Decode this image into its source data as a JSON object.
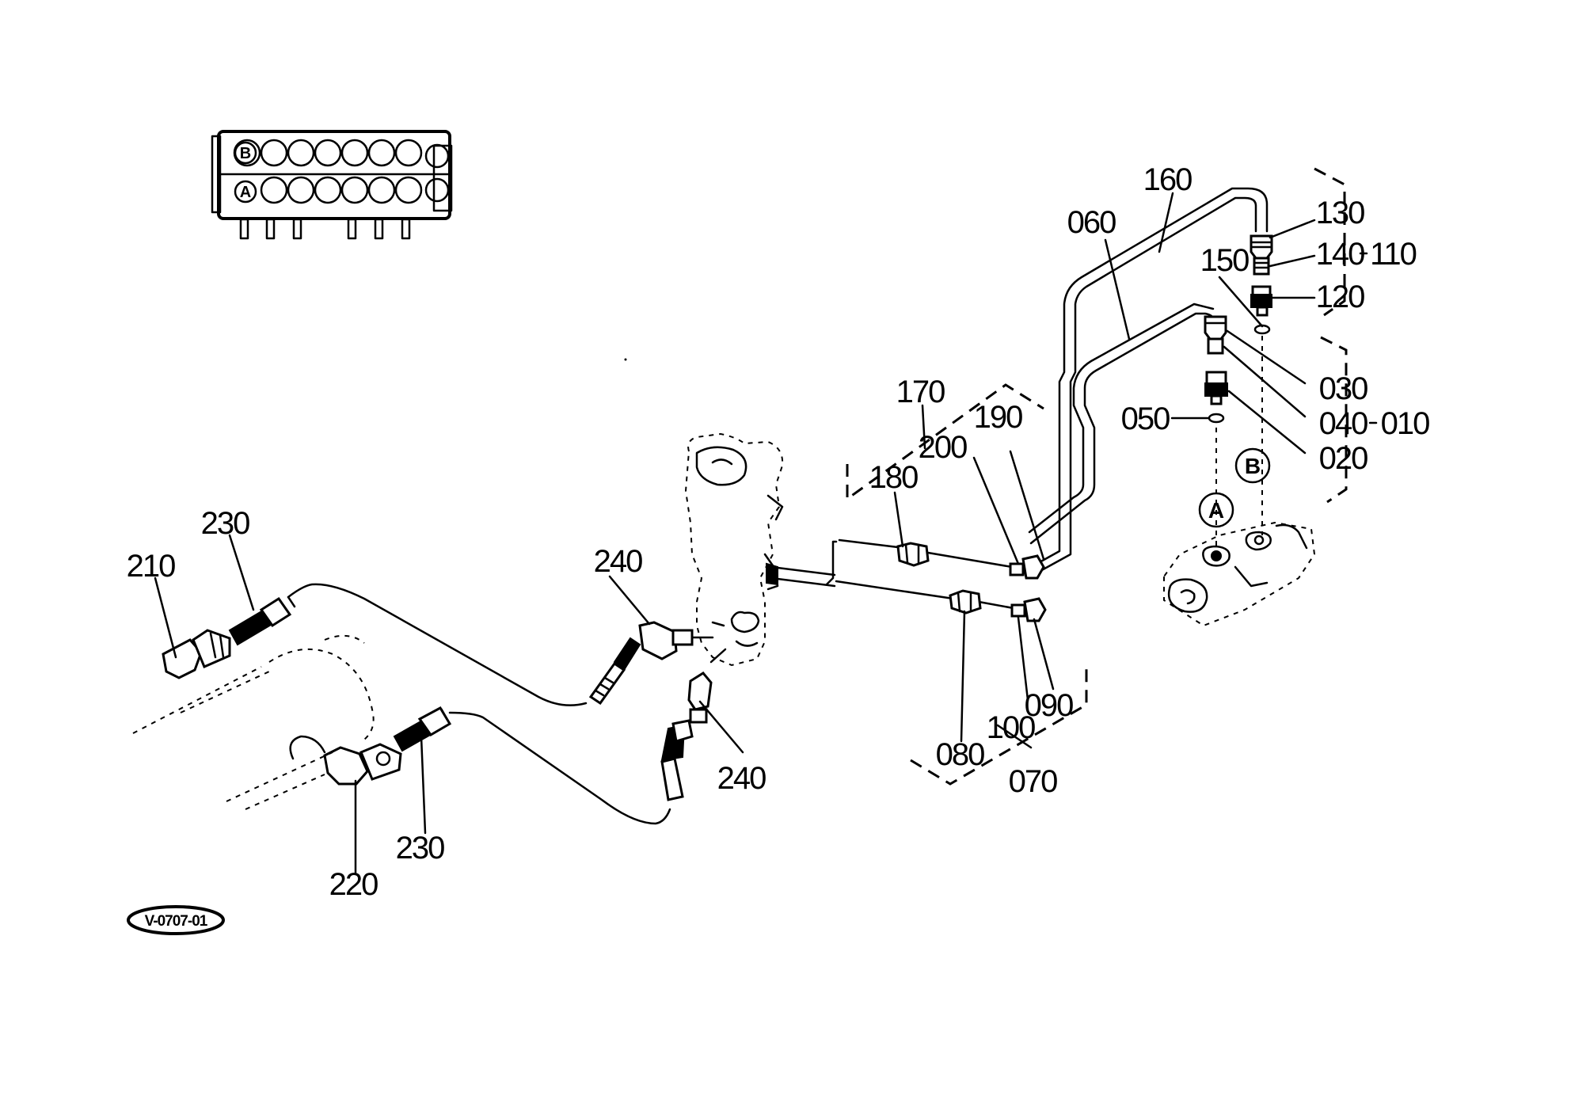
{
  "valve_inset": {
    "row_b_label": "B",
    "row_a_label": "A"
  },
  "callouts": {
    "p010": "010",
    "p020": "020",
    "p030": "030",
    "p040": "040",
    "p050": "050",
    "p060": "060",
    "p070": "070",
    "p080": "080",
    "p090": "090",
    "p100": "100",
    "p110": "110",
    "p120": "120",
    "p130": "130",
    "p140": "140",
    "p150": "150",
    "p160": "160",
    "p170": "170",
    "p180": "180",
    "p190": "190",
    "p200": "200",
    "p210": "210",
    "p220": "220",
    "p230_upper": "230",
    "p230_lower": "230",
    "p240_upper": "240",
    "p240_lower": "240"
  },
  "ports": {
    "a": "A",
    "b": "B"
  },
  "reference": "V-0707-01"
}
